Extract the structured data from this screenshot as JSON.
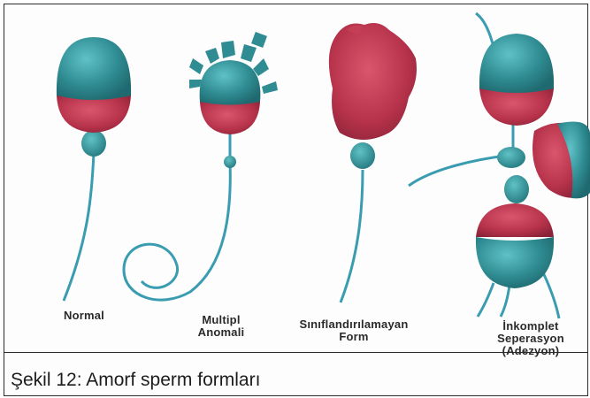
{
  "figure": {
    "labels": {
      "normal": "Normal",
      "multiple_line1": "Multipl",
      "multiple_line2": "Anomali",
      "unclassified_line1": "Sınıflandırılamayan",
      "unclassified_line2": "Form",
      "incomplete_line1": "İnkomplet",
      "incomplete_line2": "Seperasyon",
      "incomplete_line3": "(Adezyon)"
    },
    "caption": "Şekil 12: Amorf sperm formları",
    "colors": {
      "acrosome_teal": "#2f8c92",
      "nucleus_red": "#b5324a",
      "tail_blue": "#3a9cb0",
      "frame": "#2b2b2b"
    }
  }
}
